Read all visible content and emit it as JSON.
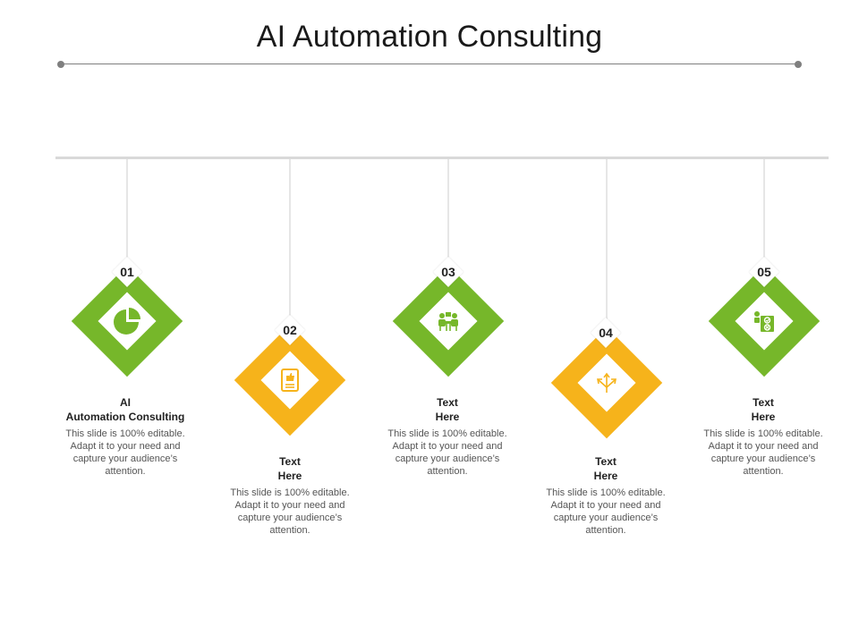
{
  "slide": {
    "title": "AI Automation Consulting"
  },
  "colors": {
    "green": "#76b72a",
    "yellow": "#f6b31b",
    "line": "#d9d9d9"
  },
  "items": [
    {
      "number": "01",
      "heading_line1": "AI",
      "heading_line2": "Automation Consulting",
      "body": "This slide is 100% editable. Adapt it to your need and capture your audience’s attention.",
      "color": "green",
      "icon": "pie-chart-icon"
    },
    {
      "number": "02",
      "heading_line1": "Text",
      "heading_line2": "Here",
      "body": "This slide is 100% editable. Adapt it to your need and capture your audience’s attention.",
      "color": "yellow",
      "icon": "thumbs-up-document-icon"
    },
    {
      "number": "03",
      "heading_line1": "Text",
      "heading_line2": "Here",
      "body": "This slide is 100% editable. Adapt it to your need and capture your audience’s attention.",
      "color": "green",
      "icon": "meeting-icon"
    },
    {
      "number": "04",
      "heading_line1": "Text",
      "heading_line2": "Here",
      "body": "This slide is 100% editable. Adapt it to your need and capture your audience’s attention.",
      "color": "yellow",
      "icon": "split-arrows-icon"
    },
    {
      "number": "05",
      "heading_line1": "Text",
      "heading_line2": "Here",
      "body": "This slide is 100% editable. Adapt it to your need and capture your audience’s attention.",
      "color": "green",
      "icon": "strategy-board-icon"
    }
  ]
}
